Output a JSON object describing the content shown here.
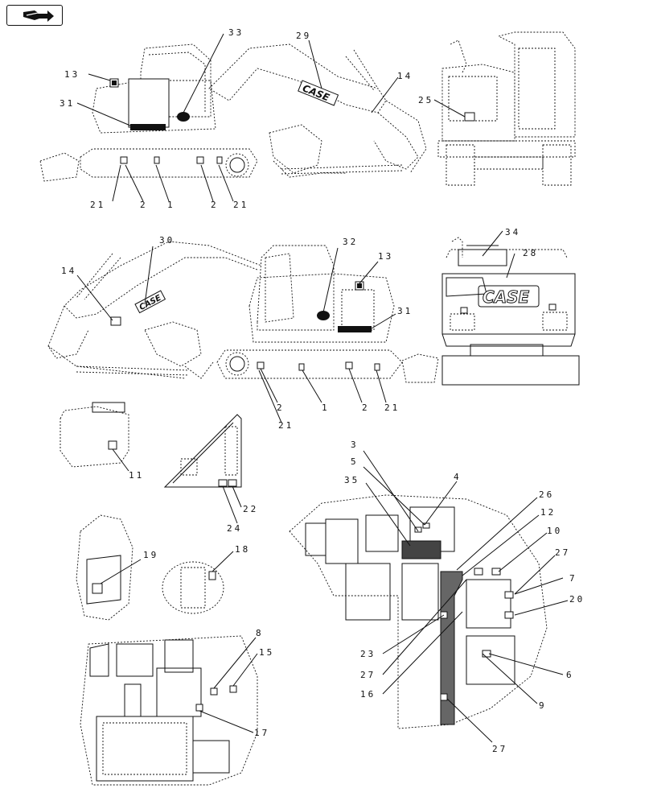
{
  "nav_icon": {
    "name": "book-arrow-icon"
  },
  "brand": {
    "name": "CASE"
  },
  "callouts": {
    "top_side": [
      "33",
      "29",
      "13",
      "31",
      "14",
      "21",
      "2",
      "1",
      "2",
      "21"
    ],
    "top_rear": [
      "25"
    ],
    "mid_side": [
      "30",
      "32",
      "14",
      "13",
      "31",
      "2",
      "1",
      "2",
      "21",
      "21"
    ],
    "mid_rear": [
      "34",
      "28"
    ],
    "details": [
      "11",
      "22",
      "24",
      "19",
      "18"
    ],
    "plan_left": [
      "8",
      "15",
      "17"
    ],
    "plan_right": [
      "3",
      "5",
      "35",
      "4",
      "26",
      "12",
      "10",
      "27",
      "7",
      "20",
      "23",
      "27",
      "16",
      "6",
      "9",
      "27"
    ]
  }
}
